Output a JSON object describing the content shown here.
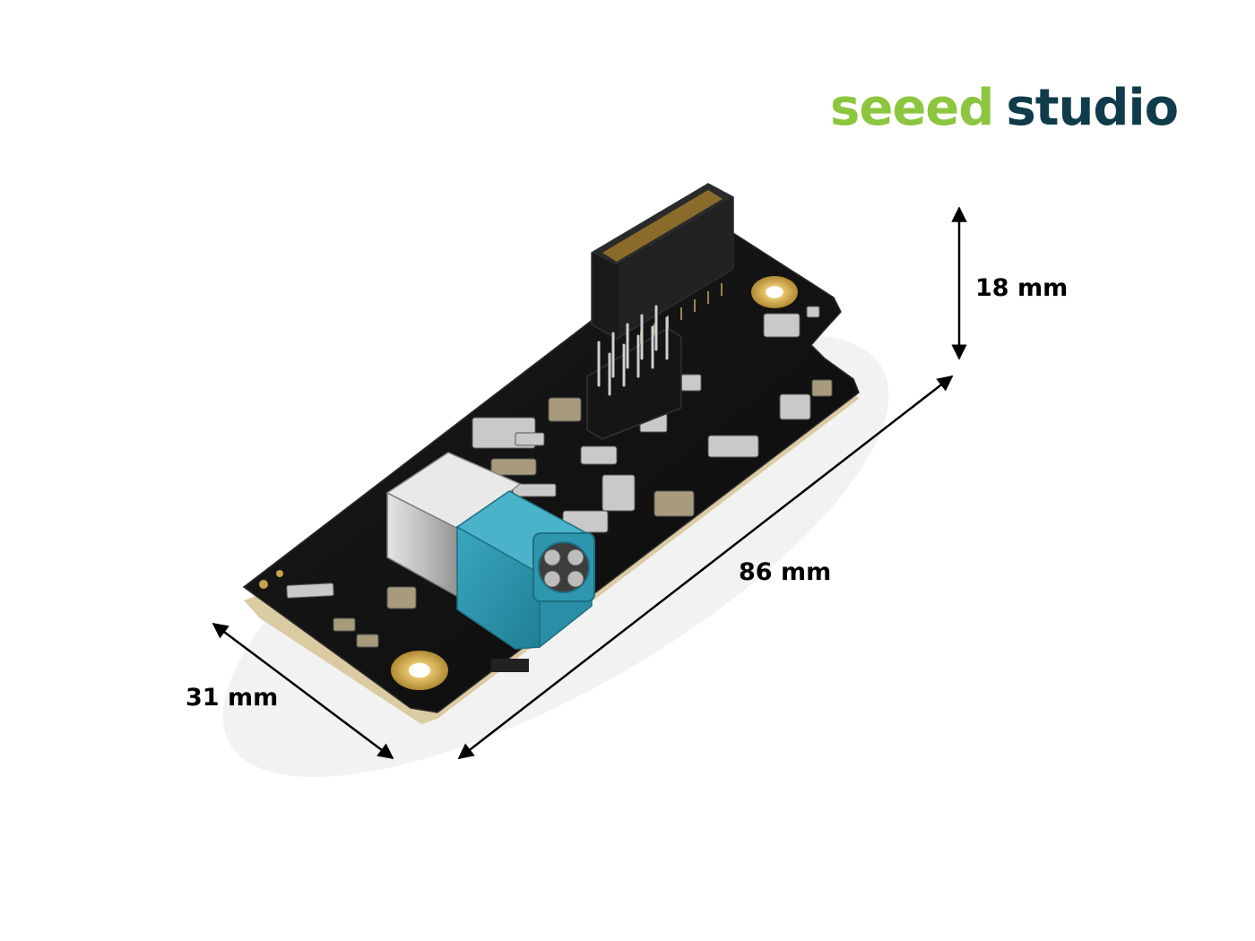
{
  "brand": {
    "word_primary": "seeed",
    "word_secondary": "studio",
    "color_primary": "#8cc63f",
    "color_secondary": "#0f3b4a"
  },
  "dimensions": {
    "height": "18 mm",
    "length": "86 mm",
    "width": "31 mm"
  },
  "product": {
    "board_color": "#111111",
    "connector_color": "#2a8fa6",
    "shield_color": "#c9c9c9",
    "pad_color": "#c8a24a"
  }
}
